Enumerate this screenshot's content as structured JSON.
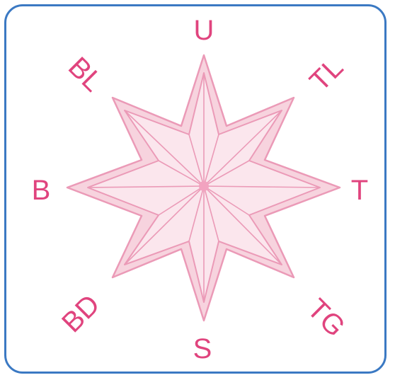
{
  "compass": {
    "labels": {
      "north": "U",
      "northeast": "TL",
      "east": "T",
      "southeast": "TG",
      "south": "S",
      "southwest": "BD",
      "west": "B",
      "northwest": "BL"
    },
    "colors": {
      "frame_border": "#3b79c3",
      "star_fill": "#f7d3de",
      "star_fill_light": "#fbe6ed",
      "star_stroke": "#eb9ab7",
      "label_color": "#e0447e"
    }
  }
}
